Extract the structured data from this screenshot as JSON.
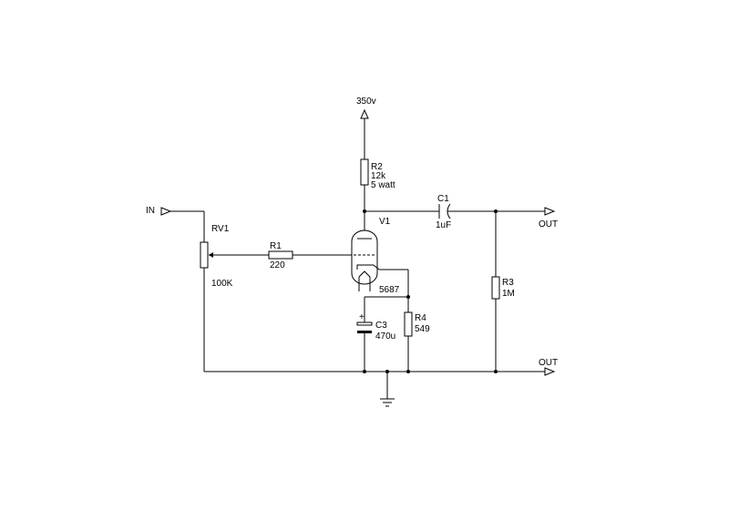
{
  "supply": {
    "label": "350v"
  },
  "ports": {
    "input": "IN",
    "output_top": "OUT",
    "output_bottom": "OUT"
  },
  "components": {
    "r2": {
      "ref": "R2",
      "value": "12k",
      "note": "5 watt"
    },
    "c1": {
      "ref": "C1",
      "value": "1uF"
    },
    "v1": {
      "ref": "V1",
      "type": "5687"
    },
    "rv1": {
      "ref": "RV1",
      "value": "100K"
    },
    "r1": {
      "ref": "R1",
      "value": "220"
    },
    "r3": {
      "ref": "R3",
      "value": "1M"
    },
    "r4": {
      "ref": "R4",
      "value": "549"
    },
    "c3": {
      "ref": "C3",
      "value": "470u"
    }
  },
  "icons": [
    "arrow-up-icon",
    "port-arrow-icon",
    "ground-icon",
    "triode-tube-icon"
  ]
}
